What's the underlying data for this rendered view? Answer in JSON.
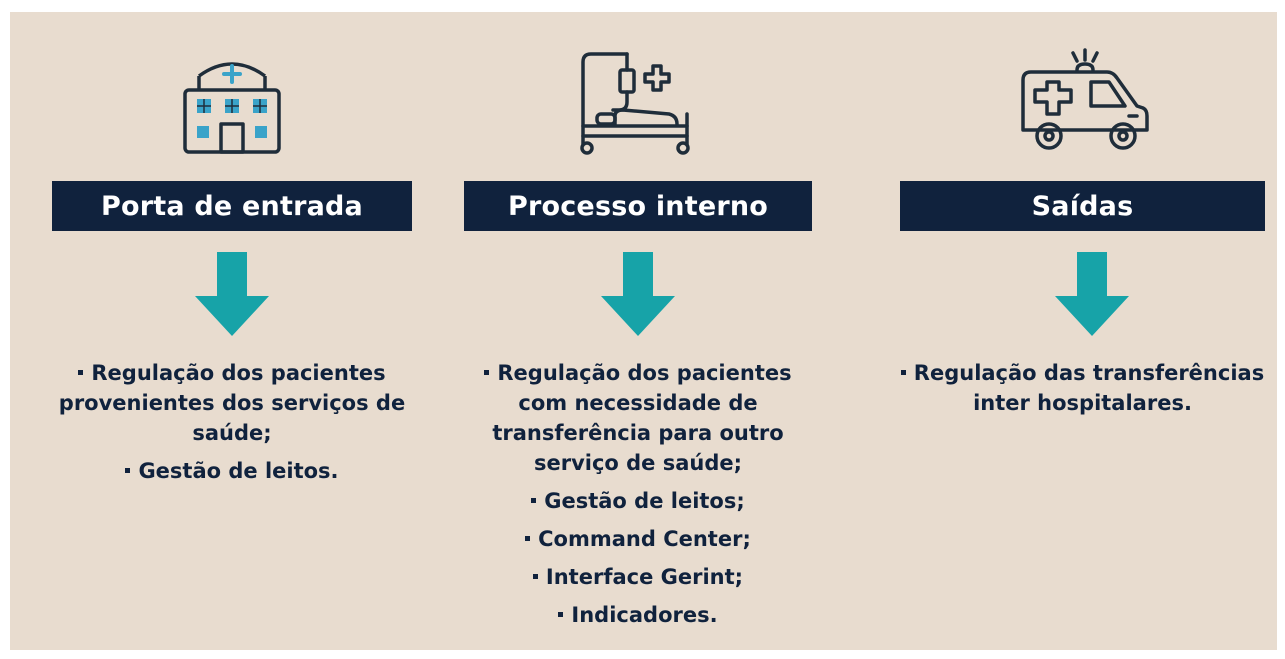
{
  "colors": {
    "background": "#e8dccf",
    "header_bg": "#10223d",
    "header_text": "#ffffff",
    "arrow": "#17a3a8",
    "body_text": "#10223d",
    "icon_stroke": "#1f2d3a",
    "icon_window": "#3aa3c9"
  },
  "columns": [
    {
      "icon": "hospital-icon",
      "title": "Porta de entrada",
      "items": [
        "Regulação dos pacientes provenientes dos serviços de saúde;",
        "Gestão de leitos."
      ]
    },
    {
      "icon": "hospital-bed-icon",
      "title": "Processo interno",
      "items": [
        "Regulação dos pacientes com necessidade de transferência para outro serviço de saúde;",
        "Gestão de leitos;",
        "Command Center;",
        "Interface Gerint;",
        "Indicadores."
      ]
    },
    {
      "icon": "ambulance-icon",
      "title": "Saídas",
      "items": [
        "Regulação das transferências inter hospitalares."
      ]
    }
  ]
}
